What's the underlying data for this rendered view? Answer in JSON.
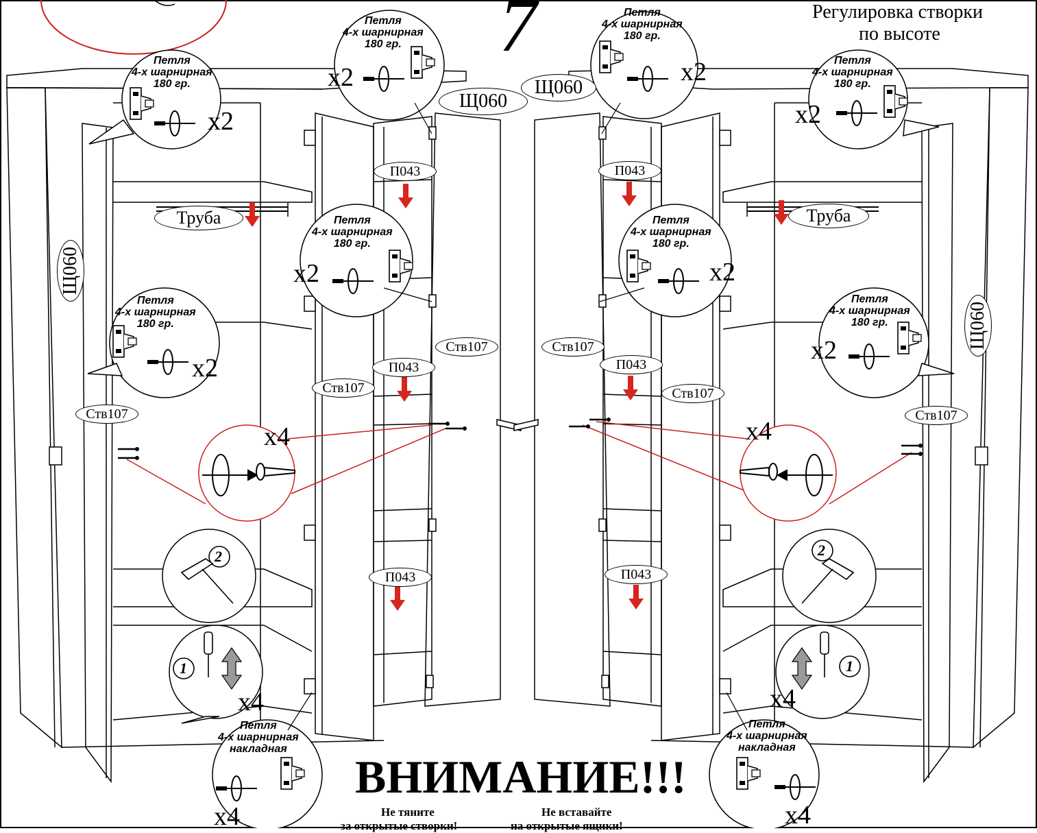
{
  "step_number": "7",
  "height_adjust_note_line1": "Регулировка створки",
  "height_adjust_note_line2": "по высоте",
  "part_labels": {
    "shield_left": "Щ060",
    "shield_right": "Щ060",
    "shield_center_left": "Щ060",
    "shield_center_right": "Щ060",
    "door": "Ств107",
    "shelf": "П043",
    "rod": "Труба"
  },
  "hinge_callouts": {
    "hinge_180_line1": "Петля",
    "hinge_180_line2": "4-х шарнирная",
    "hinge_180_line3": "180 гр.",
    "hinge_overlay_line1": "Петля",
    "hinge_overlay_line2": "4-х шарнирная",
    "hinge_overlay_line3": "накладная"
  },
  "quantities": {
    "x2": "x2",
    "x4": "x4"
  },
  "step_markers": {
    "one": "1",
    "two": "2"
  },
  "warning": {
    "title": "ВНИМАНИЕ!!!",
    "left_line1": "Не тяните",
    "left_line2": "за открытые створки!",
    "right_line1": "Не вставайте",
    "right_line2": "на открытые ящики!"
  },
  "colors": {
    "arrow_red": "#d7261e",
    "callout_red": "#c8201c",
    "line": "#000000",
    "gray_arrow": "#9a9a9a"
  }
}
